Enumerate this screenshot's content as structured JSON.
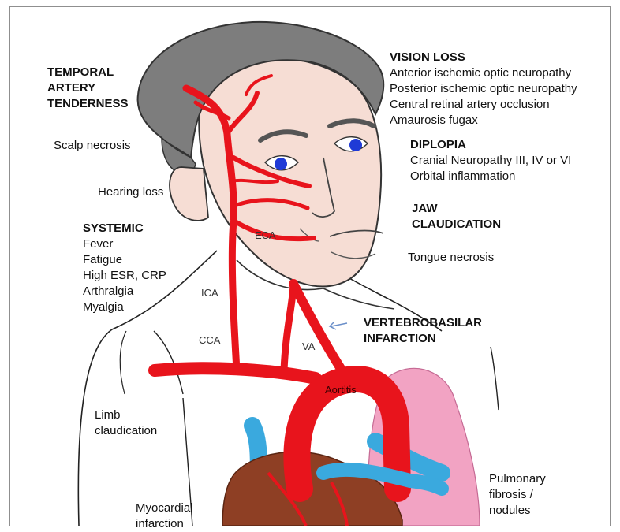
{
  "labels": {
    "temporal_artery": [
      "TEMPORAL",
      "ARTERY",
      "TENDERNESS"
    ],
    "scalp_necrosis": "Scalp necrosis",
    "hearing_loss": "Hearing loss",
    "vision_loss": {
      "heading": "VISION LOSS",
      "items": [
        "Anterior ischemic optic neuropathy",
        "Posterior ischemic optic neuropathy",
        "Central retinal artery occlusion",
        "Amaurosis fugax"
      ]
    },
    "diplopia": {
      "heading": "DIPLOPIA",
      "items": [
        "Cranial Neuropathy III, IV or VI",
        "Orbital inflammation"
      ]
    },
    "jaw_claudication": [
      "JAW",
      "CLAUDICATION"
    ],
    "tongue_necrosis": "Tongue necrosis",
    "systemic": {
      "heading": "SYSTEMIC",
      "items": [
        "Fever",
        "Fatigue",
        "High ESR, CRP",
        "Arthralgia",
        "Myalgia"
      ]
    },
    "vertebrobasilar": [
      "VERTEBROBASILAR",
      "INFARCTION"
    ],
    "limb_claudication": [
      "Limb",
      "claudication"
    ],
    "myocardial_infarction": [
      "Myocardial",
      "infarction"
    ],
    "pulmonary": [
      "Pulmonary",
      "fibrosis /",
      "nodules"
    ],
    "aortitis": "Aortitis"
  },
  "vessels": {
    "eca": "ECA",
    "ica": "ICA",
    "cca": "CCA",
    "va": "VA"
  },
  "colors": {
    "artery": "#e8141c",
    "hair": "#7d7d7d",
    "skin": "#f6ddd4",
    "vein": "#3aa9de",
    "lung": "#f2a3c3",
    "heart": "#8e3f24",
    "eye": "#1f3ad6"
  }
}
